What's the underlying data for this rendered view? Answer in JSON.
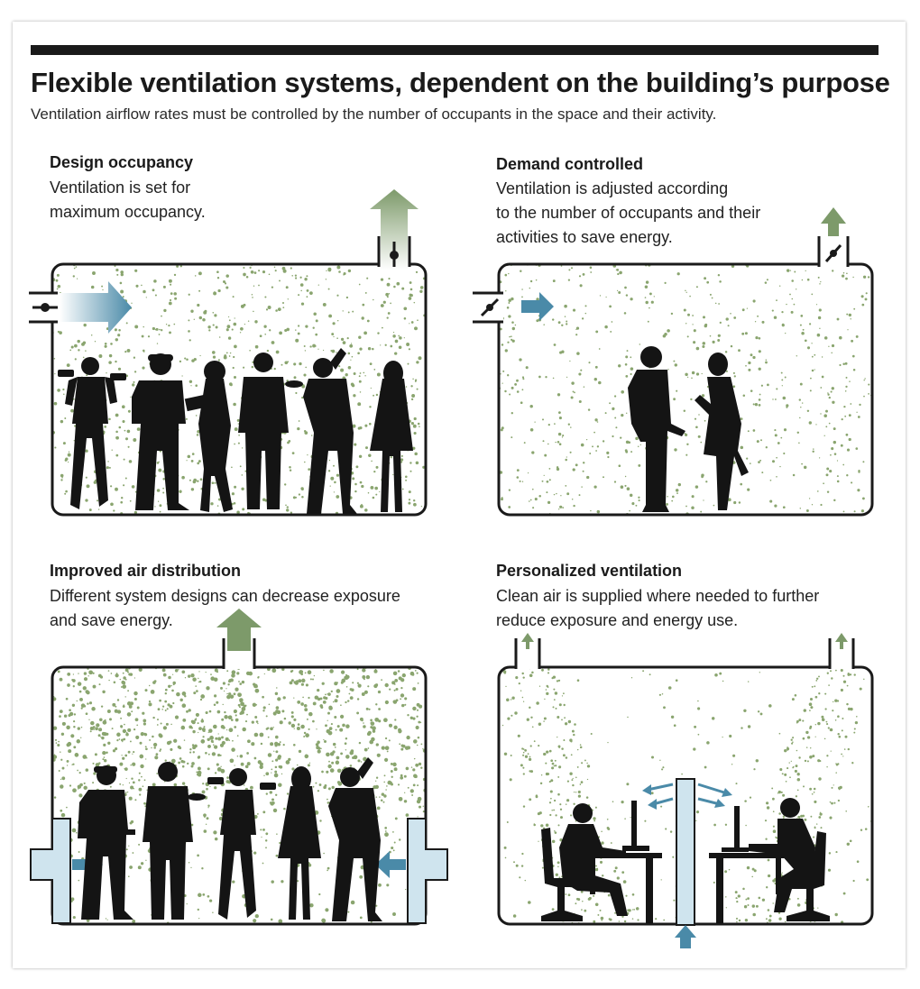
{
  "header": {
    "title": "Flexible ventilation systems, dependent on the building’s purpose",
    "subtitle": "Ventilation airflow rates must be controlled by the number of occupants in the space and their activity."
  },
  "panels": [
    {
      "id": "design-occupancy",
      "title": "Design occupancy",
      "desc_lines": [
        "Ventilation is set for",
        "maximum occupancy."
      ]
    },
    {
      "id": "demand-controlled",
      "title": "Demand controlled",
      "desc_lines": [
        "Ventilation is adjusted according",
        "to the number of occupants and their",
        "activities to save energy."
      ]
    },
    {
      "id": "improved-air-distribution",
      "title": "Improved air distribution",
      "desc_lines": [
        "Different system designs can decrease exposure",
        "and save energy."
      ]
    },
    {
      "id": "personalized-ventilation",
      "title": "Personalized ventilation",
      "desc_lines": [
        "Clean air is supplied where needed to further",
        "reduce exposure and energy use."
      ]
    }
  ],
  "colors": {
    "outline": "#1a1a1a",
    "exhaust_green": "#7d9a6a",
    "supply_blue": "#4a8aa8",
    "duct_blue": "#cfe4ee",
    "particle_green": "#8aa56f"
  }
}
